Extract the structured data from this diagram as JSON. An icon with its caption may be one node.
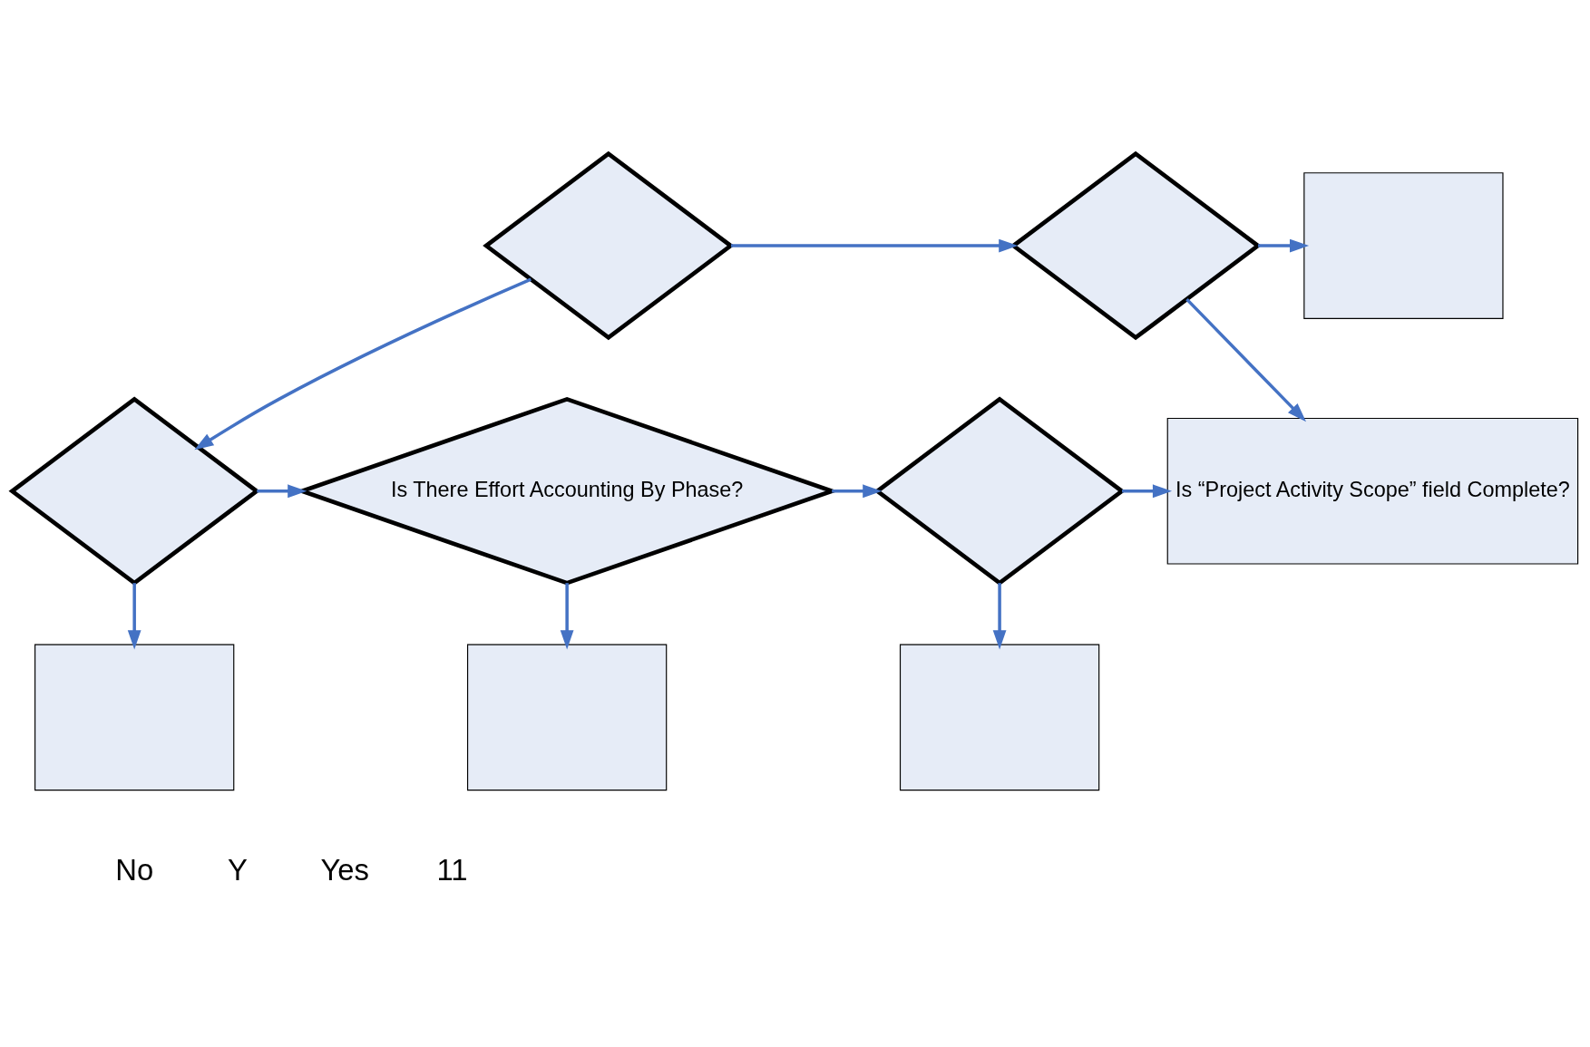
{
  "diagram": {
    "nodes": [
      {
        "text": [],
        "shape": "diamond"
      },
      {
        "text": [],
        "shape": "diamond"
      },
      {
        "text": [],
        "shape": "box"
      },
      {
        "text": [],
        "shape": "diamond"
      },
      {
        "text": [
          "Is There Effort Accounting By Phase?"
        ]
      },
      {
        "text": [],
        "shape": "diamond"
      },
      {
        "text": [
          "Is “Project Activity Scope” field Complete?"
        ]
      },
      {
        "text": [],
        "shape": "box"
      },
      {
        "text": [],
        "shape": "box"
      },
      {
        "text": [],
        "shape": "box"
      }
    ],
    "edges": [
      {
        "from": 0,
        "to": 1,
        "arrow": "to"
      },
      {
        "from": 1,
        "to": 6,
        "arrow": "to"
      },
      {
        "from": 1,
        "to": 2,
        "arrow": "to"
      },
      {
        "from": 0,
        "to": 3,
        "arrow": "to"
      },
      {
        "from": 3,
        "to": 4,
        "arrow": "to"
      },
      {
        "from": 4,
        "to": 5,
        "arrow": "to"
      },
      {
        "from": 5,
        "to": 6,
        "arrow": "to"
      },
      {
        "from": 3,
        "to": 7,
        "arrow": "to"
      },
      {
        "from": 4,
        "to": 8,
        "arrow": "to"
      },
      {
        "from": 5,
        "to": 9,
        "arrow": "to"
      }
    ],
    "labels": [
      "No",
      "Y",
      "Yes",
      "11"
    ]
  }
}
